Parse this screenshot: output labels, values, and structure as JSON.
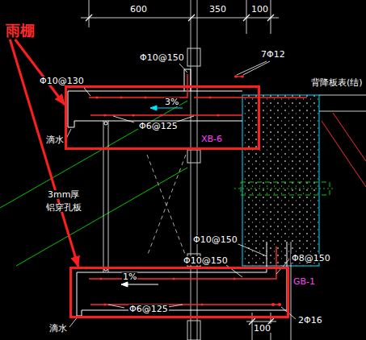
{
  "diagram": {
    "nodes": [
      {
        "text": [
          "雨棚"
        ]
      },
      {
        "text": [
          "3%",
          "Φ6@125",
          "XB-6"
        ]
      },
      {
        "text": [
          "1%",
          "Φ6@125"
        ]
      }
    ],
    "edges": [
      {
        "from": 0,
        "to": 1,
        "arrow": "to"
      },
      {
        "from": 0,
        "to": 2,
        "arrow": "to"
      }
    ],
    "labels": [
      "600",
      "350",
      "100",
      "7Φ12",
      "Φ10@150",
      "Φ10@130",
      "背降板表(结)",
      "滴水",
      "3mm厚",
      "铝穿孔板",
      "Φ10@150",
      "Φ10@150",
      "Φ8@150",
      "GB-1",
      "100",
      "2Φ16",
      "滴水"
    ]
  }
}
